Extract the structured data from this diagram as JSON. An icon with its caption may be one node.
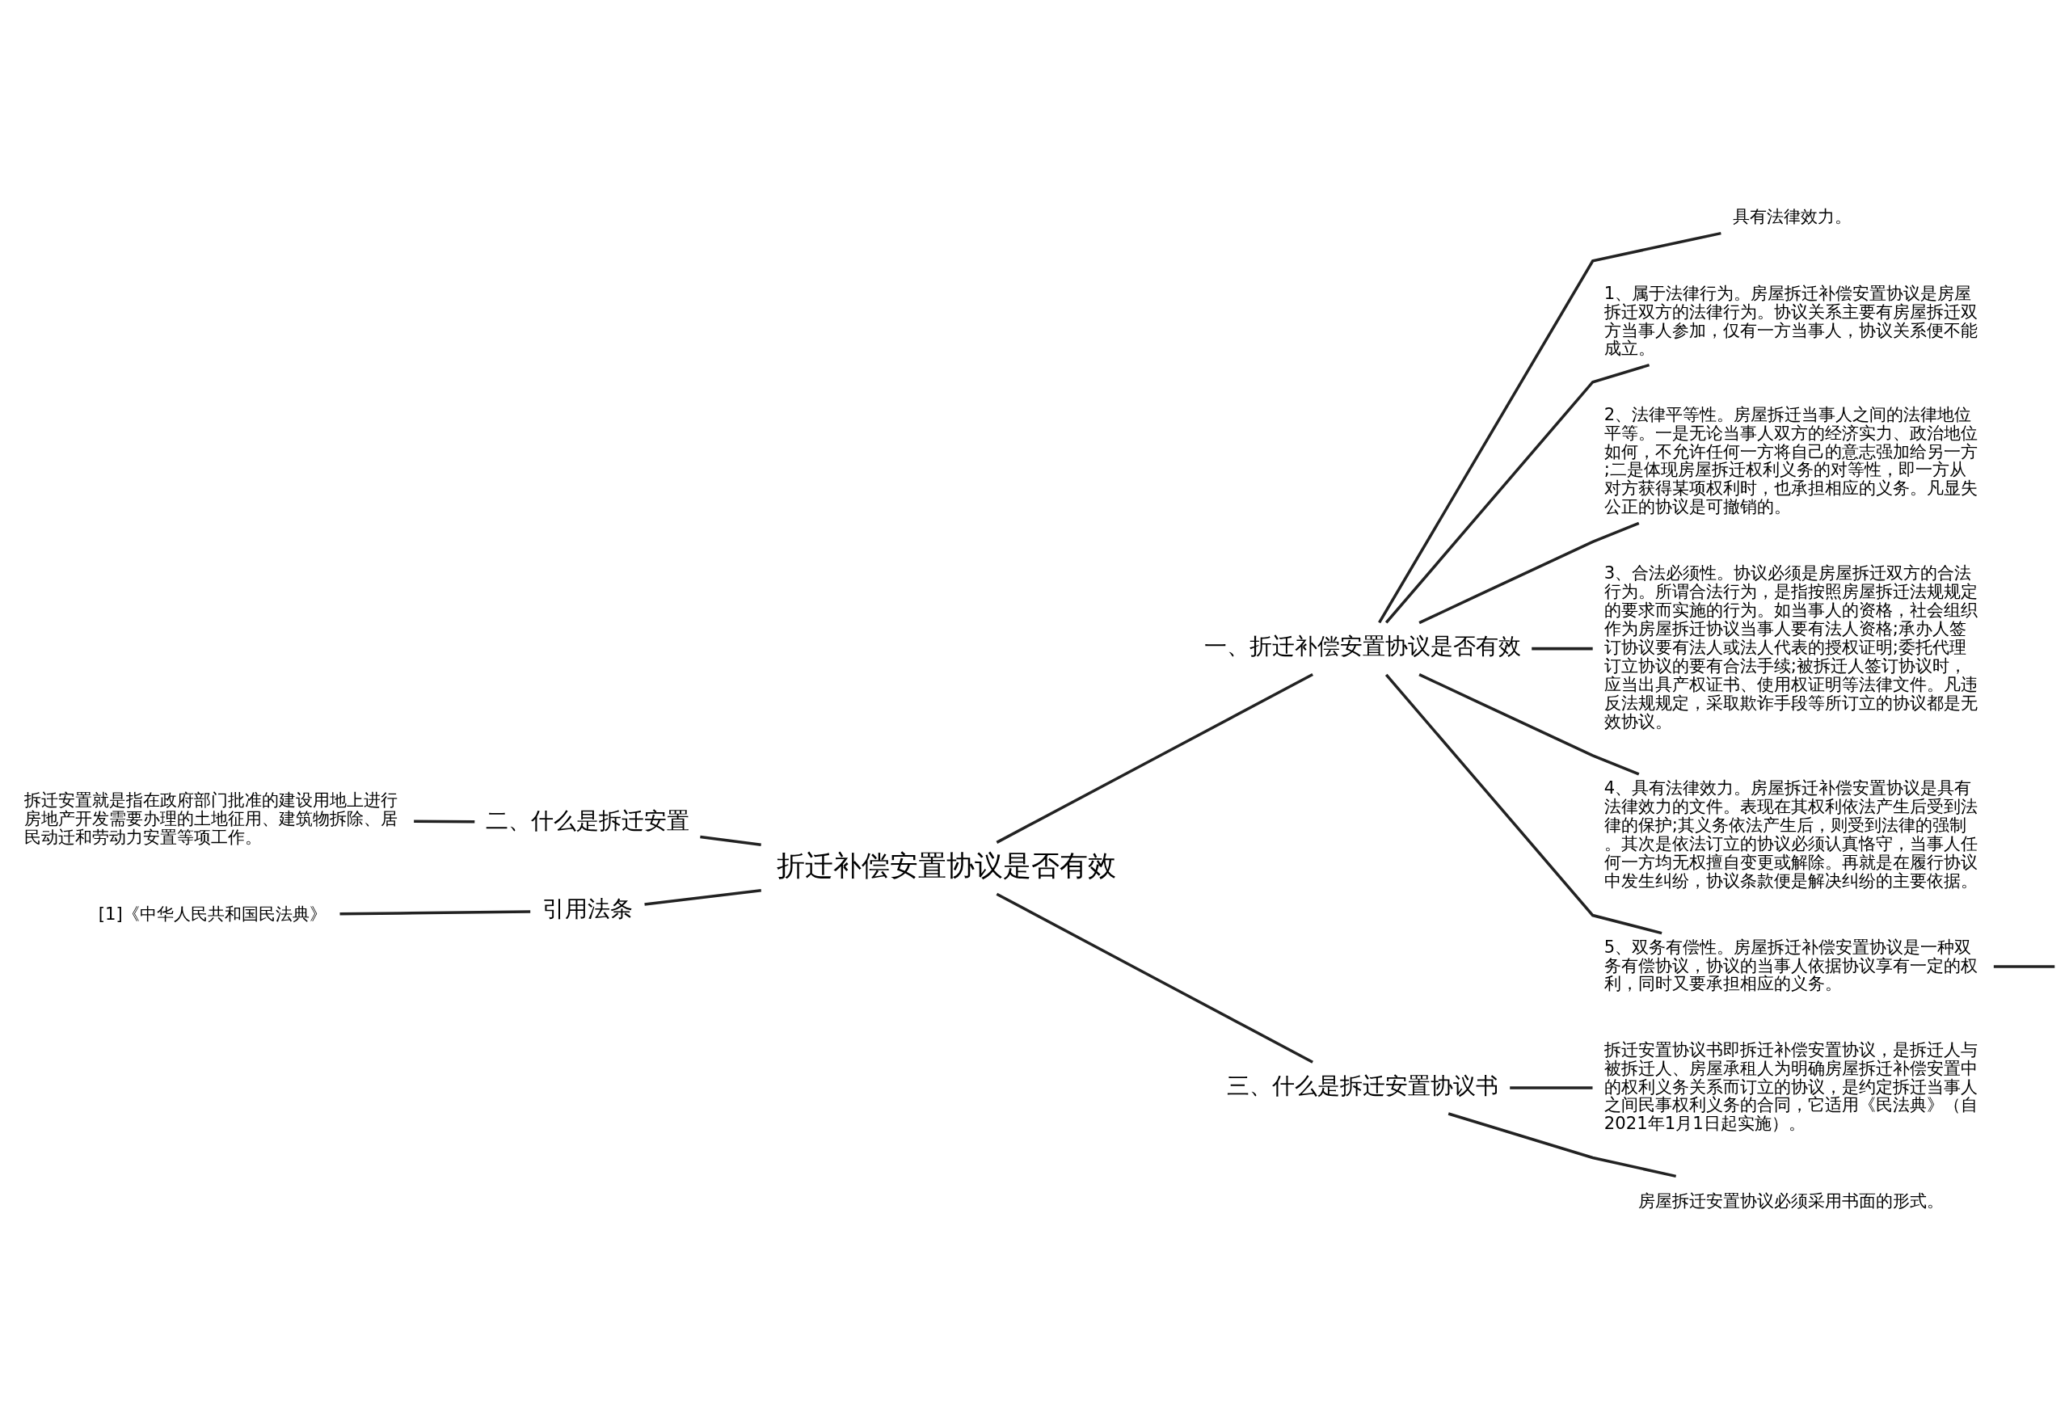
{
  "diagram": {
    "nodes": [
      {
        "text": [
          "折迁补偿安置协议是否有效"
        ]
      },
      {
        "text": [
          "一、折迁补偿安置协议是否有效"
        ]
      },
      {
        "text": [
          "具有法律效力。"
        ]
      },
      {
        "text": [
          "1、属于法律行为。房屋拆迁补偿安置协议是房屋拆迁双方的法律行为。协议关系主要有房屋拆迁双方当事人参加，仅有一方当事人，协议关系便不能成立。"
        ]
      },
      {
        "text": [
          "2、法律平等性。房屋拆迁当事人之间的法律地位平等。一是无论当事人双方的经济实力、政治地位如何，不允许任何一方将自己的意志强加给另一方;二是体现房屋拆迁权利义务的对等性，即一方从对方获得某项权利时，也承担相应的义务。凡显失公正的协议是可撤销的。"
        ]
      },
      {
        "text": [
          "3、合法必须性。协议必须是房屋拆迁双方的合法行为。所谓合法行为，是指按照房屋拆迁法规规定的要求而实施的行为。如当事人的资格，社会组织作为房屋拆迁协议当事人要有法人资格;承办人签订协议要有法人或法人代表的授权证明;委托代理订立协议的要有合法手续;被拆迁人签订协议时，应当出具产权证书、使用权证明等法律文件。凡违反法规规定，采取欺诈手段等所订立的协议都是无效协议。"
        ]
      },
      {
        "text": [
          "4、具有法律效力。房屋拆迁补偿安置协议是具有法律效力的文件。表现在其权利依法产生后受到法律的保护;其义务依法产生后，则受到法律的强制。其次是依法订立的协议必须认真恪守，当事人任何一方均无权擅自变更或解除。再就是在履行协议中发生纠纷，协议条款便是解决纠纷的主要依据。"
        ]
      },
      {
        "text": [
          "5、双务有偿性。房屋拆迁补偿安置协议是一种双务有偿协议，协议的当事人依据协议享有一定的权利，同时又要承担相应的义务。"
        ]
      },
      {
        "text": [
          "三、什么是拆迁安置协议书"
        ]
      },
      {
        "text": [
          "拆迁安置协议书即拆迁补偿安置协议，是拆迁人与被拆迁人、房屋承租人为明确房屋拆迁补偿安置中的权利义务关系而订立的协议，是约定拆迁当事人之间民事权利义务的合同，它适用《民法典》（自2021年1月1日起实施）。"
        ]
      },
      {
        "text": [
          "房屋拆迁安置协议必须采用书面的形式。"
        ]
      },
      {
        "text": [
          "二、什么是拆迁安置"
        ]
      },
      {
        "text": [
          "拆迁安置就是指在政府部门批准的建设用地上进行房地产开发需要办理的土地征用、建筑物拆除、居民动迁和劳动力安置等项工作。"
        ]
      },
      {
        "text": [
          "引用法条"
        ]
      },
      {
        "text": [
          "[1]《中华人民共和国民法典》"
        ]
      }
    ],
    "edges": [
      {
        "from": 0,
        "to": 1,
        "arrow": "none"
      },
      {
        "from": 1,
        "to": 2,
        "arrow": "none"
      },
      {
        "from": 1,
        "to": 3,
        "arrow": "none"
      },
      {
        "from": 1,
        "to": 4,
        "arrow": "none"
      },
      {
        "from": 1,
        "to": 5,
        "arrow": "none"
      },
      {
        "from": 1,
        "to": 6,
        "arrow": "none"
      },
      {
        "from": 1,
        "to": 7,
        "arrow": "none"
      },
      {
        "from": 7,
        "to": null,
        "arrow": "none"
      },
      {
        "from": 0,
        "to": 8,
        "arrow": "none"
      },
      {
        "from": 8,
        "to": 9,
        "arrow": "none"
      },
      {
        "from": 8,
        "to": 10,
        "arrow": "none"
      },
      {
        "from": 0,
        "to": 11,
        "arrow": "none"
      },
      {
        "from": 11,
        "to": 12,
        "arrow": "none"
      },
      {
        "from": 0,
        "to": 13,
        "arrow": "none"
      },
      {
        "from": 13,
        "to": 14,
        "arrow": "none"
      }
    ]
  }
}
